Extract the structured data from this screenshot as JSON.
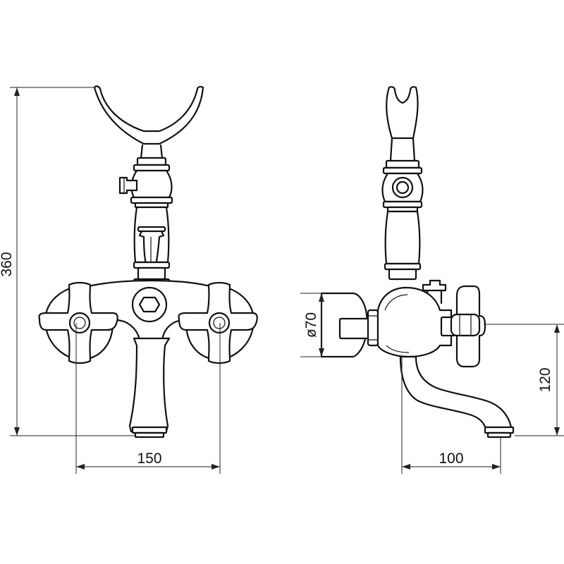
{
  "dimensions": {
    "total_height": "360",
    "handle_spacing": "150",
    "wall_flange_diameter": "ø70",
    "spout_height": "120",
    "spout_reach": "100"
  }
}
